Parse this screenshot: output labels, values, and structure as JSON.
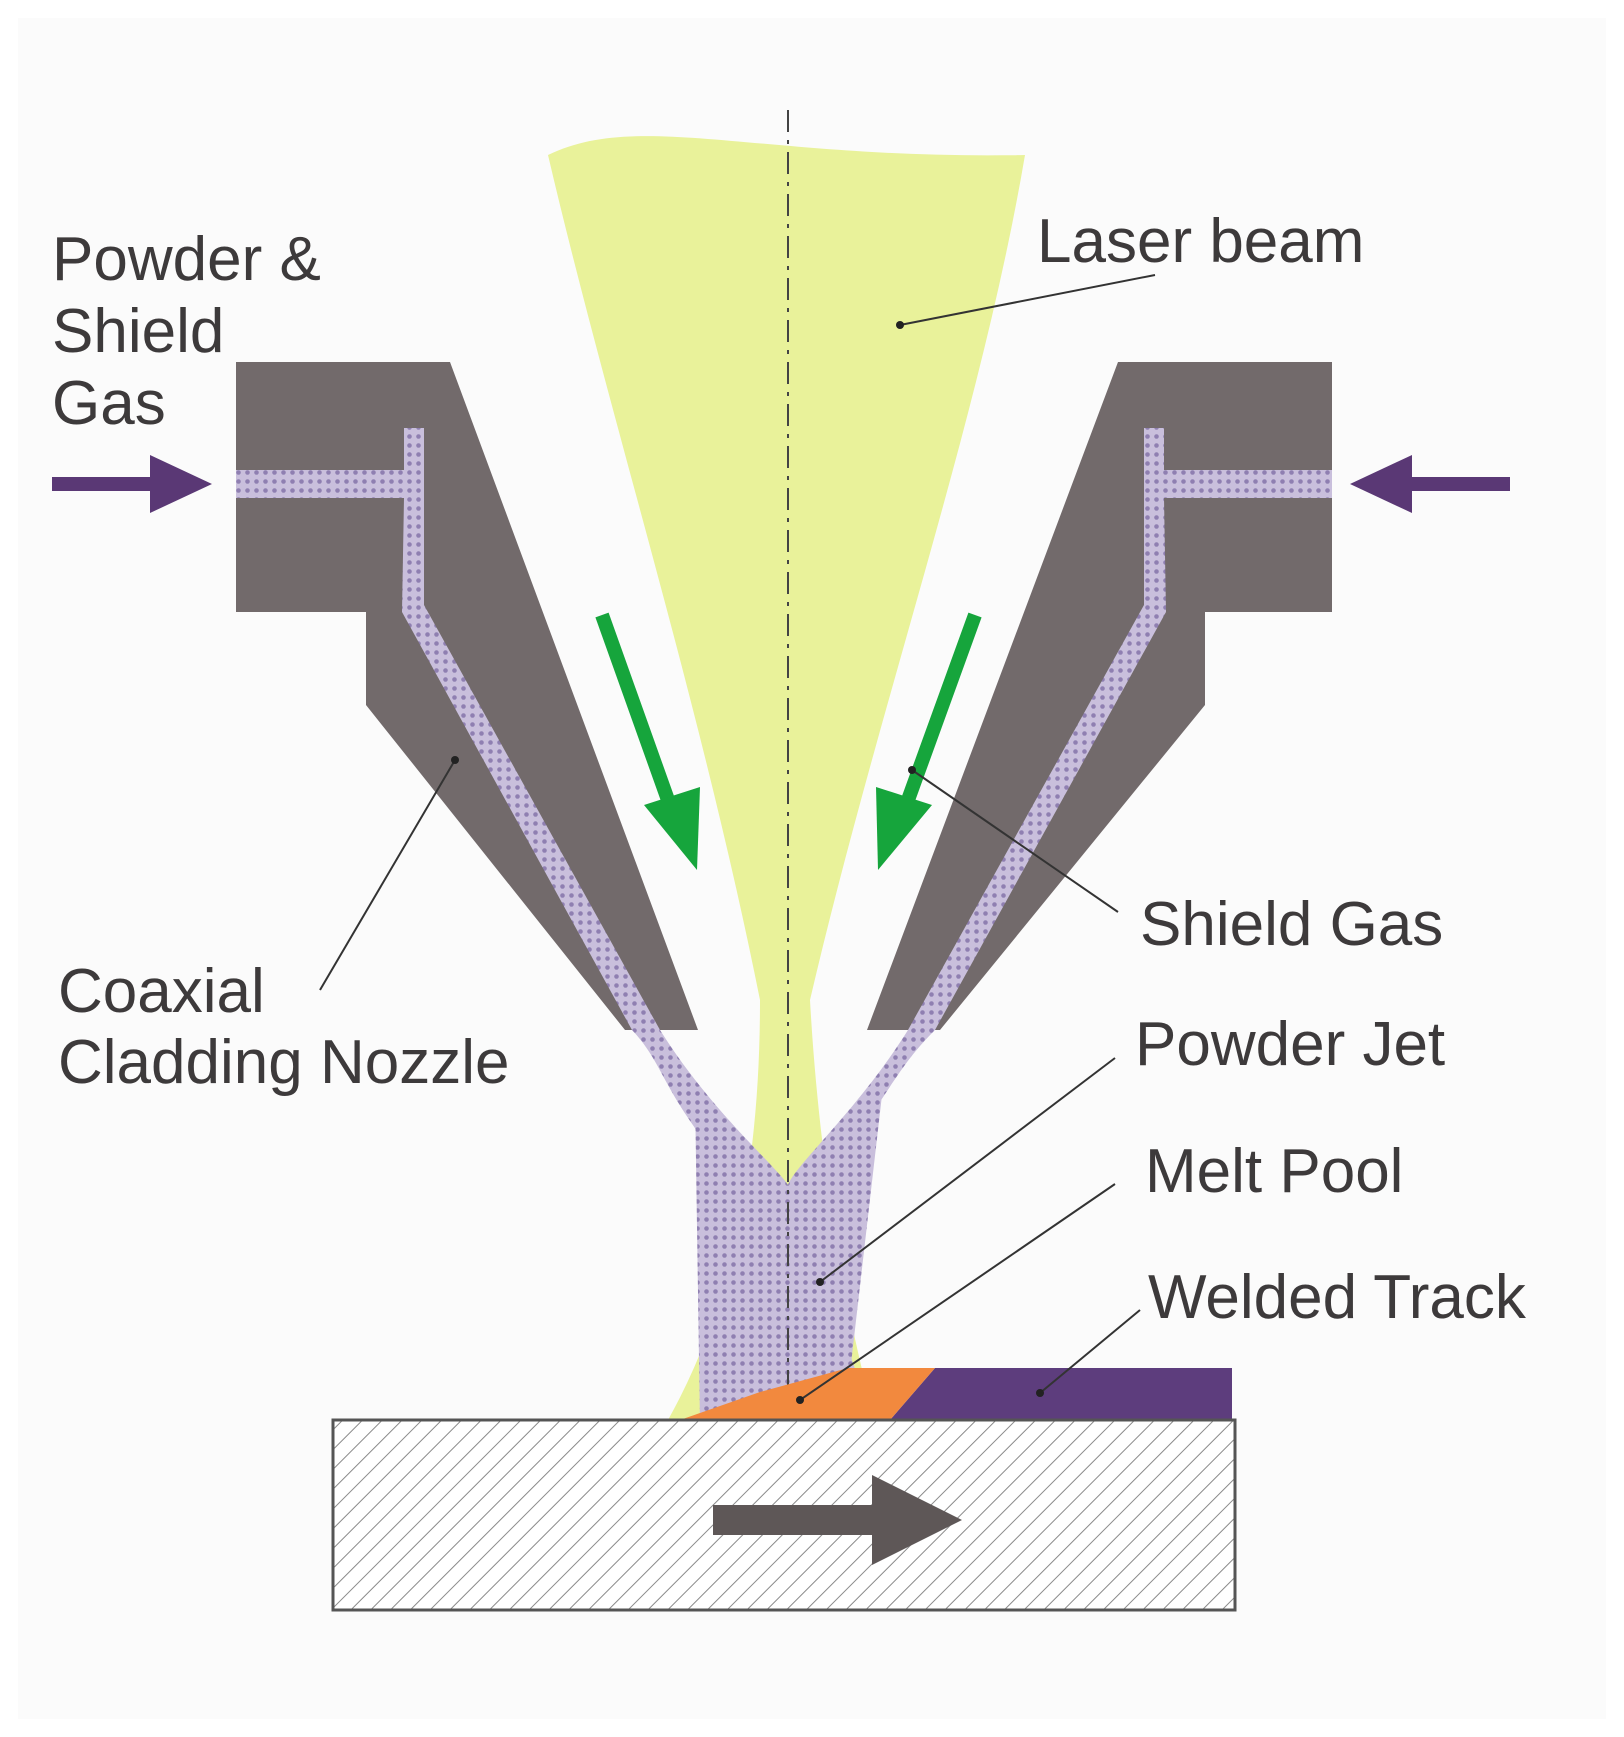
{
  "labels": {
    "powder_line1": "Powder &",
    "powder_line2": "Shield",
    "powder_line3": "Gas",
    "laser_beam": "Laser beam",
    "shield_gas": "Shield Gas",
    "nozzle_line1": "Coaxial",
    "nozzle_line2": "Cladding Nozzle",
    "powder_jet": "Powder Jet",
    "melt_pool": "Melt Pool",
    "welded_track": "Welded Track"
  },
  "colors": {
    "background": "#fbfbfb",
    "laser_beam": "#e9f29a",
    "nozzle": "#726a6b",
    "powder": "#c9bfdc",
    "powder_dot": "#8f7fb1",
    "feed_arrow": "#5a3875",
    "shield_gas_arrow": "#16a53c",
    "melt_pool": "#f2893e",
    "welded_track": "#5d3d7d",
    "substrate_hatch": "#8a8a8a",
    "travel_arrow": "#5e5757",
    "text": "#3d3a3b"
  }
}
